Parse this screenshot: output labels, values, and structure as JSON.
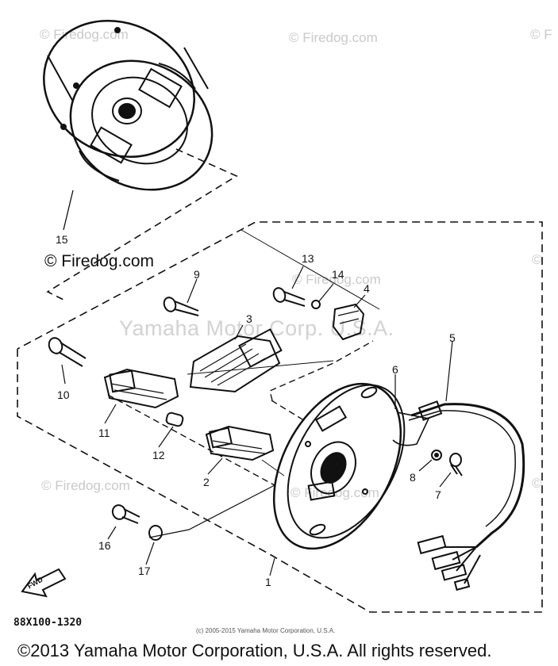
{
  "watermarks": {
    "tl": "© Firedog.com",
    "tc": "© Firedog.com",
    "tr": "© F",
    "mr1": "© Firedog.com",
    "mr2": "©",
    "ml": "© Firedog.com",
    "mc": "© Firedog.com",
    "mrr": "©",
    "center": "Yamaha Motor Corp. U.S.A."
  },
  "inline_copyright": "© Firedog.com",
  "callouts": [
    {
      "id": "c15",
      "label": "15"
    },
    {
      "id": "c13",
      "label": "13"
    },
    {
      "id": "c9",
      "label": "9"
    },
    {
      "id": "c14",
      "label": "14"
    },
    {
      "id": "c4",
      "label": "4"
    },
    {
      "id": "c3",
      "label": "3"
    },
    {
      "id": "c5",
      "label": "5"
    },
    {
      "id": "c10",
      "label": "10"
    },
    {
      "id": "c6",
      "label": "6"
    },
    {
      "id": "c11",
      "label": "11"
    },
    {
      "id": "c12",
      "label": "12"
    },
    {
      "id": "c2",
      "label": "2"
    },
    {
      "id": "c8",
      "label": "8"
    },
    {
      "id": "c7",
      "label": "7"
    },
    {
      "id": "c16",
      "label": "16"
    },
    {
      "id": "c17",
      "label": "17"
    },
    {
      "id": "c1",
      "label": "1"
    }
  ],
  "fwd_label": "FWD",
  "part_code": "88X100-1320",
  "small_copyright": "(c) 2005-2015 Yamaha Motor Corporation, U.S.A.",
  "footer": "©2013 Yamaha Motor Corporation, U.S.A. All rights reserved."
}
